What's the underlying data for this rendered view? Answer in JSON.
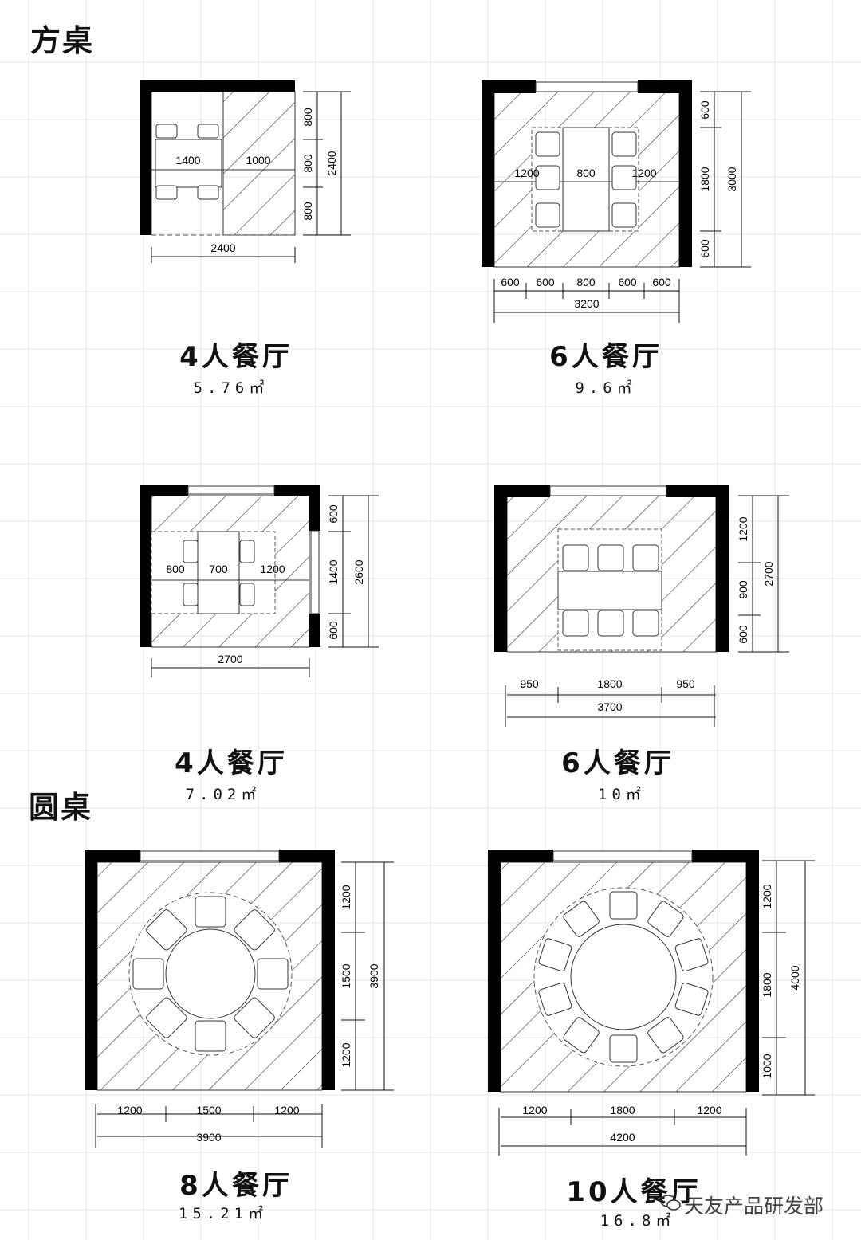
{
  "sections": {
    "square": "方桌",
    "round": "圆桌"
  },
  "rooms": [
    {
      "title": "4人餐厅",
      "area": "5.76㎡",
      "dims": {
        "h1": "1400",
        "h2": "1000",
        "w": "2400",
        "v1": "800",
        "v2": "800",
        "v3": "800",
        "vt": "2400"
      }
    },
    {
      "title": "6人餐厅",
      "area": "9.6㎡",
      "dims": {
        "h1": "1200",
        "h2": "800",
        "h3": "1200",
        "w1": "600",
        "w2": "600",
        "w3": "800",
        "w4": "600",
        "w5": "600",
        "w": "3200",
        "v1": "600",
        "v2": "1800",
        "v3": "600",
        "vt": "3000"
      }
    },
    {
      "title": "4人餐厅",
      "area": "7.02㎡",
      "dims": {
        "h1": "800",
        "h2": "700",
        "h3": "1200",
        "w": "2700",
        "v1": "600",
        "v2": "1400",
        "v3": "600",
        "vt": "2600"
      }
    },
    {
      "title": "6人餐厅",
      "area": "10㎡",
      "dims": {
        "w1": "950",
        "w2": "1800",
        "w3": "950",
        "w": "3700",
        "v1": "1200",
        "v2": "900",
        "v3": "600",
        "vt": "2700"
      }
    },
    {
      "title": "8人餐厅",
      "area": "15.21㎡",
      "dims": {
        "w1": "1200",
        "w2": "1500",
        "w3": "1200",
        "w": "3900",
        "v1": "1200",
        "v2": "1500",
        "v3": "1200",
        "vt": "3900"
      }
    },
    {
      "title": "10人餐厅",
      "area": "16.8㎡",
      "dims": {
        "w1": "1200",
        "w2": "1800",
        "w3": "1200",
        "w": "4200",
        "v1": "1200",
        "v2": "1800",
        "v3": "1000",
        "vt": "4000"
      }
    }
  ],
  "watermark": "天友产品研发部"
}
